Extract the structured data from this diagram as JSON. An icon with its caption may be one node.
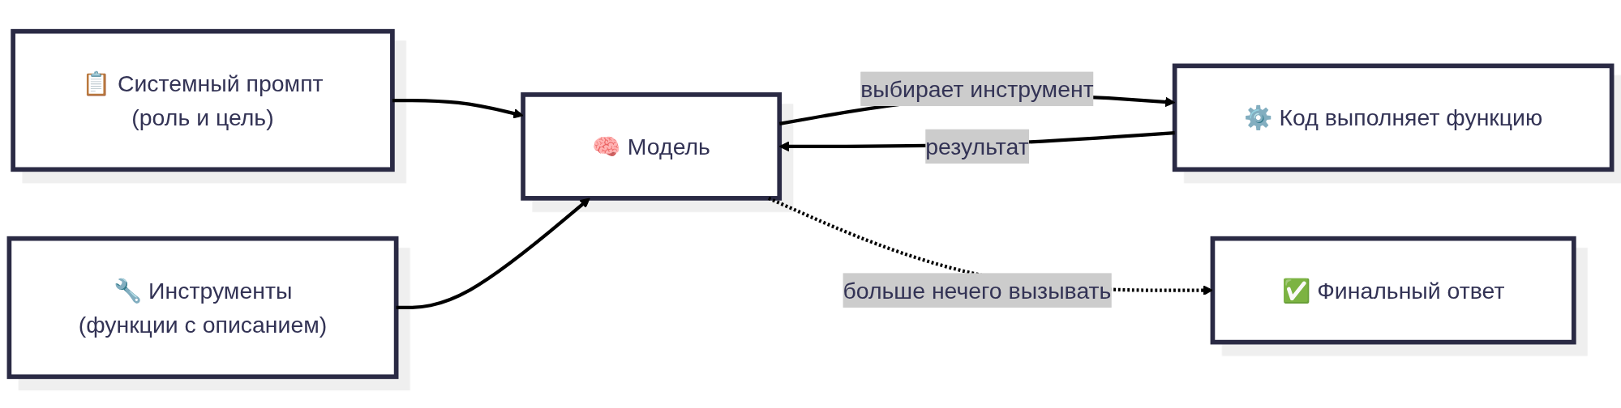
{
  "diagram": {
    "nodes": [
      {
        "text": [
          "📋 Системный промпт",
          "(роль и цель)"
        ]
      },
      {
        "text": [
          "🧠 Модель"
        ]
      },
      {
        "text": [
          "🔧 Инструменты",
          "(функции с описанием)"
        ]
      },
      {
        "text": [
          "⚙️ Код выполняет функцию"
        ]
      },
      {
        "text": [
          "✅ Финальный ответ"
        ]
      }
    ],
    "edges": [
      {
        "from": 0,
        "to": 1,
        "arrow": "to"
      },
      {
        "from": 2,
        "to": 1,
        "arrow": "to"
      },
      {
        "from": 1,
        "to": 3,
        "arrow": "to",
        "label": "выбирает инструмент"
      },
      {
        "from": 3,
        "to": 1,
        "arrow": "to",
        "label": "результат"
      },
      {
        "from": 1,
        "to": 4,
        "arrow": "to",
        "label": "больше нечего вызывать",
        "style": "dashed"
      }
    ]
  }
}
